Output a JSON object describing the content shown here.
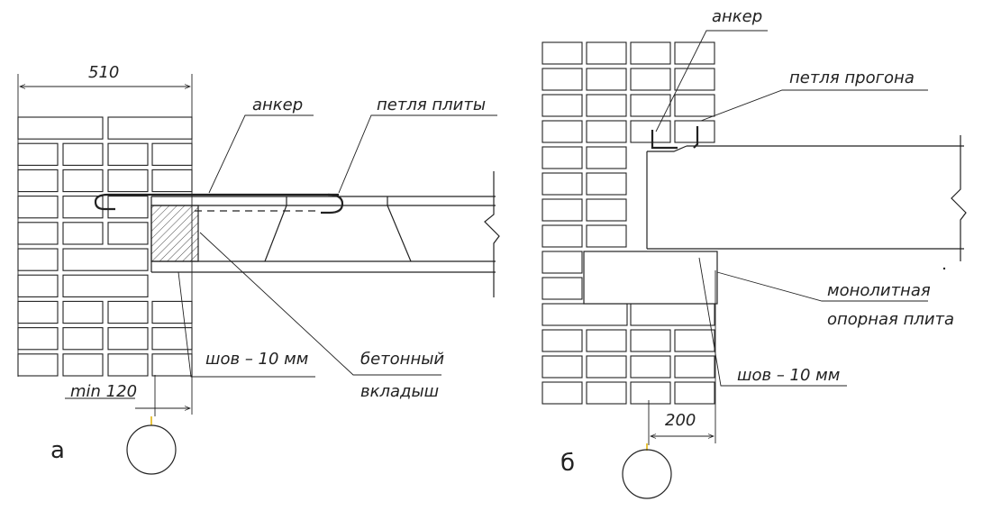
{
  "figure_a": {
    "label": "а",
    "dim_top": "510",
    "dim_bottom": "min 120",
    "anchor_label": "анкер",
    "slab_loop_label": "петля плиты",
    "seam_label": "шов – 10 мм",
    "insert_label_line1": "бетонный",
    "insert_label_line2": "вкладыш"
  },
  "figure_b": {
    "label": "б",
    "dim_bottom": "200",
    "anchor_label": "анкер",
    "purlin_loop_label": "петля прогона",
    "plate_label_line1": "монолитная",
    "plate_label_line2": "опорная плита",
    "seam_label": "шов – 10 мм"
  },
  "colors": {
    "line": "#222222",
    "axis_tick": "#e0b000"
  }
}
